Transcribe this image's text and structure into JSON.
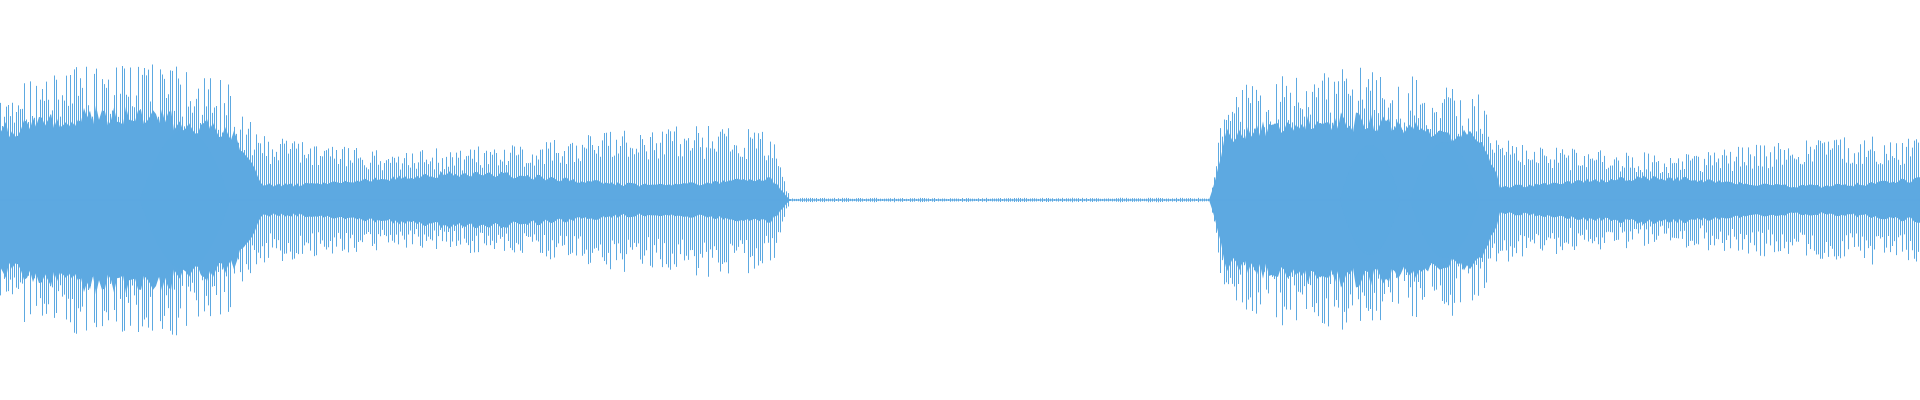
{
  "waveform": {
    "color": "#5DA9E1",
    "background": "#FFFFFF",
    "style": "symmetric mirrored audio waveform",
    "segments": [
      {
        "start": 0.0,
        "end": 0.41,
        "state": "sound",
        "peak_amplitude": 0.95,
        "body_amplitude": 0.55
      },
      {
        "start": 0.41,
        "end": 0.63,
        "state": "silence",
        "peak_amplitude": 0.02,
        "body_amplitude": 0.0
      },
      {
        "start": 0.63,
        "end": 1.0,
        "state": "sound",
        "peak_amplitude": 0.85,
        "body_amplitude": 0.45
      }
    ]
  }
}
